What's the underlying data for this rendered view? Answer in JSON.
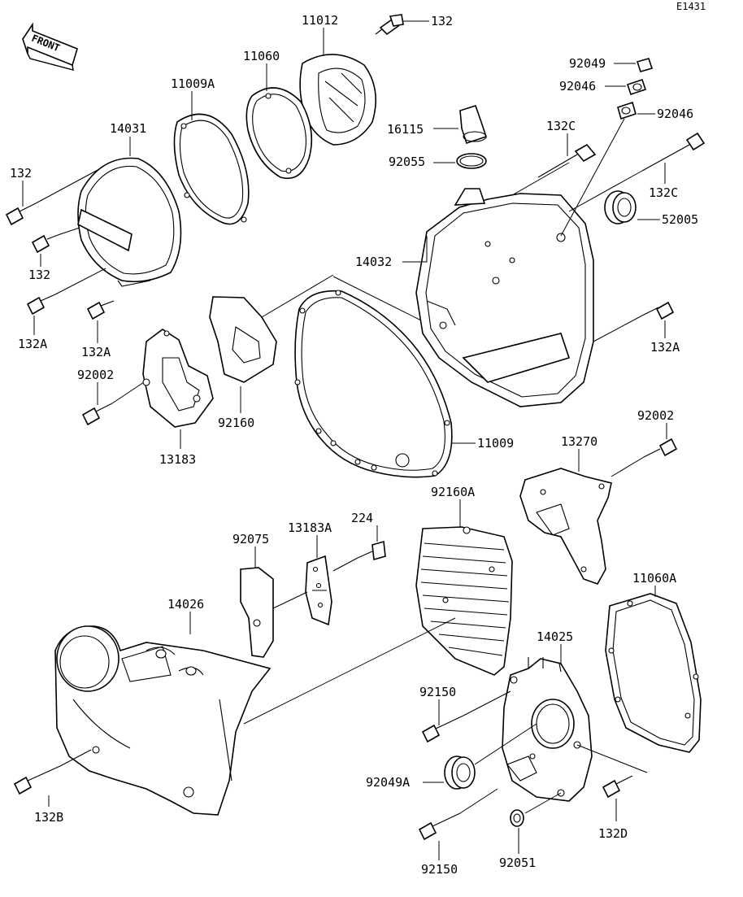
{
  "diagram_code": "E1431",
  "front_label": "FRONT",
  "parts": {
    "p11012": "11012",
    "p132_top": "132",
    "p11060": "11060",
    "p11009a": "11009A",
    "p14031": "14031",
    "p132_left1": "132",
    "p132_left2": "132",
    "p132a_left1": "132A",
    "p132a_left2": "132A",
    "p92002_left": "92002",
    "p13183": "13183",
    "p92160": "92160",
    "p11009": "11009",
    "p92049": "92049",
    "p92046_a": "92046",
    "p92046_b": "92046",
    "p16115": "16115",
    "p132c_a": "132C",
    "p132c_b": "132C",
    "p92055": "92055",
    "p52005": "52005",
    "p14032": "14032",
    "p132a_right": "132A",
    "p92002_right": "92002",
    "p13270": "13270",
    "p92160a": "92160A",
    "p224": "224",
    "p13183a": "13183A",
    "p92075": "92075",
    "p14026": "14026",
    "p11060a": "11060A",
    "p14025": "14025",
    "p92150_a": "92150",
    "p92150_b": "92150",
    "p92049a": "92049A",
    "p132d": "132D",
    "p92051": "92051",
    "p132b": "132B"
  }
}
